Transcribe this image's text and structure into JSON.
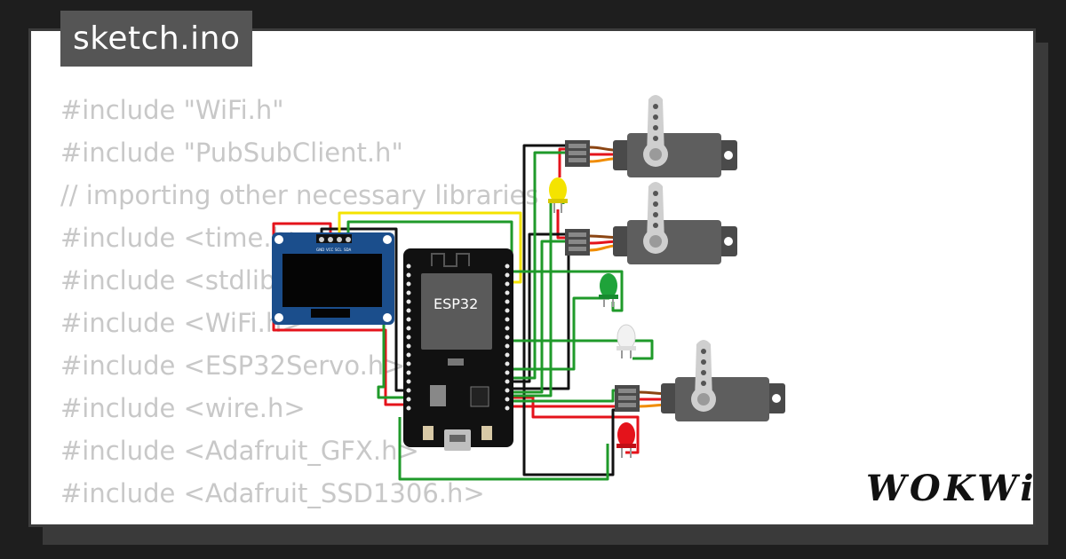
{
  "tab": {
    "filename": "sketch.ino"
  },
  "code_lines": [
    "#include \"WiFi.h\"",
    "#include \"PubSubClient.h\"",
    "// importing other necessary libraries",
    "#include <time.h>",
    "#include <stdlib.h>",
    "#include <WiFi.h>",
    "#include <ESP32Servo.h>",
    "#include <wire.h>",
    "#include <Adafruit_GFX.h>",
    "#include <Adafruit_SSD1306.h>"
  ],
  "board": {
    "label": "ESP32"
  },
  "oled": {
    "pins": [
      "GND",
      "VCC",
      "SCL",
      "SDA"
    ]
  },
  "leds": [
    {
      "name": "yellow",
      "color": "#f4e300"
    },
    {
      "name": "green",
      "color": "#1fa33a"
    },
    {
      "name": "white",
      "color": "#f2f2f2"
    },
    {
      "name": "red",
      "color": "#e4131b"
    }
  ],
  "brand": {
    "wordmark": "WOKWi"
  },
  "colors": {
    "background": "#1e1e1e",
    "card": "#ffffff",
    "code_text": "#c8c8c8",
    "wire_red": "#e4131b",
    "wire_black": "#111111",
    "wire_green": "#1f9a2a",
    "wire_yellow": "#f4e300"
  }
}
